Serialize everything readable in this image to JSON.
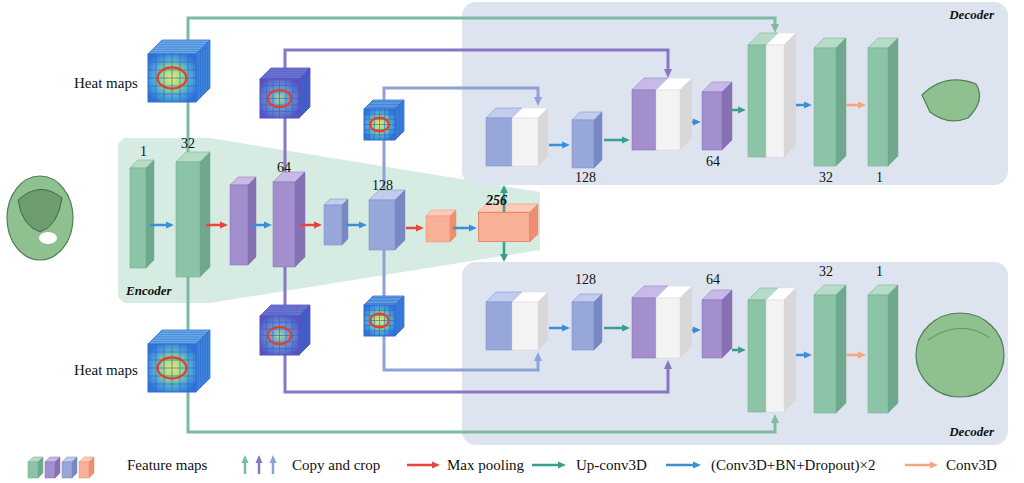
{
  "diagram": {
    "nodes": [
      {
        "text": [
          "Encoder"
        ]
      },
      {
        "text": [
          "256"
        ],
        "in": 0
      },
      {
        "text": [
          "Decoder"
        ]
      },
      {
        "text": [
          "Decoder"
        ]
      }
    ],
    "edges": [
      {
        "from": 1,
        "to": 2,
        "arrow": "to"
      },
      {
        "from": 1,
        "to": 3,
        "arrow": "to"
      }
    ],
    "labels": [
      "Heat maps",
      "Heat maps",
      "1",
      "32",
      "64",
      "128",
      "128",
      "64",
      "32",
      "1",
      "128",
      "64",
      "32",
      "1"
    ],
    "legend": [
      {
        "text": "Feature maps"
      },
      {
        "text": "Copy and crop"
      },
      {
        "text": "Max pooling"
      },
      {
        "text": "Up-conv3D"
      },
      {
        "text": "(Conv3D+BN+Dropout)×2"
      },
      {
        "text": "Conv3D"
      }
    ]
  }
}
